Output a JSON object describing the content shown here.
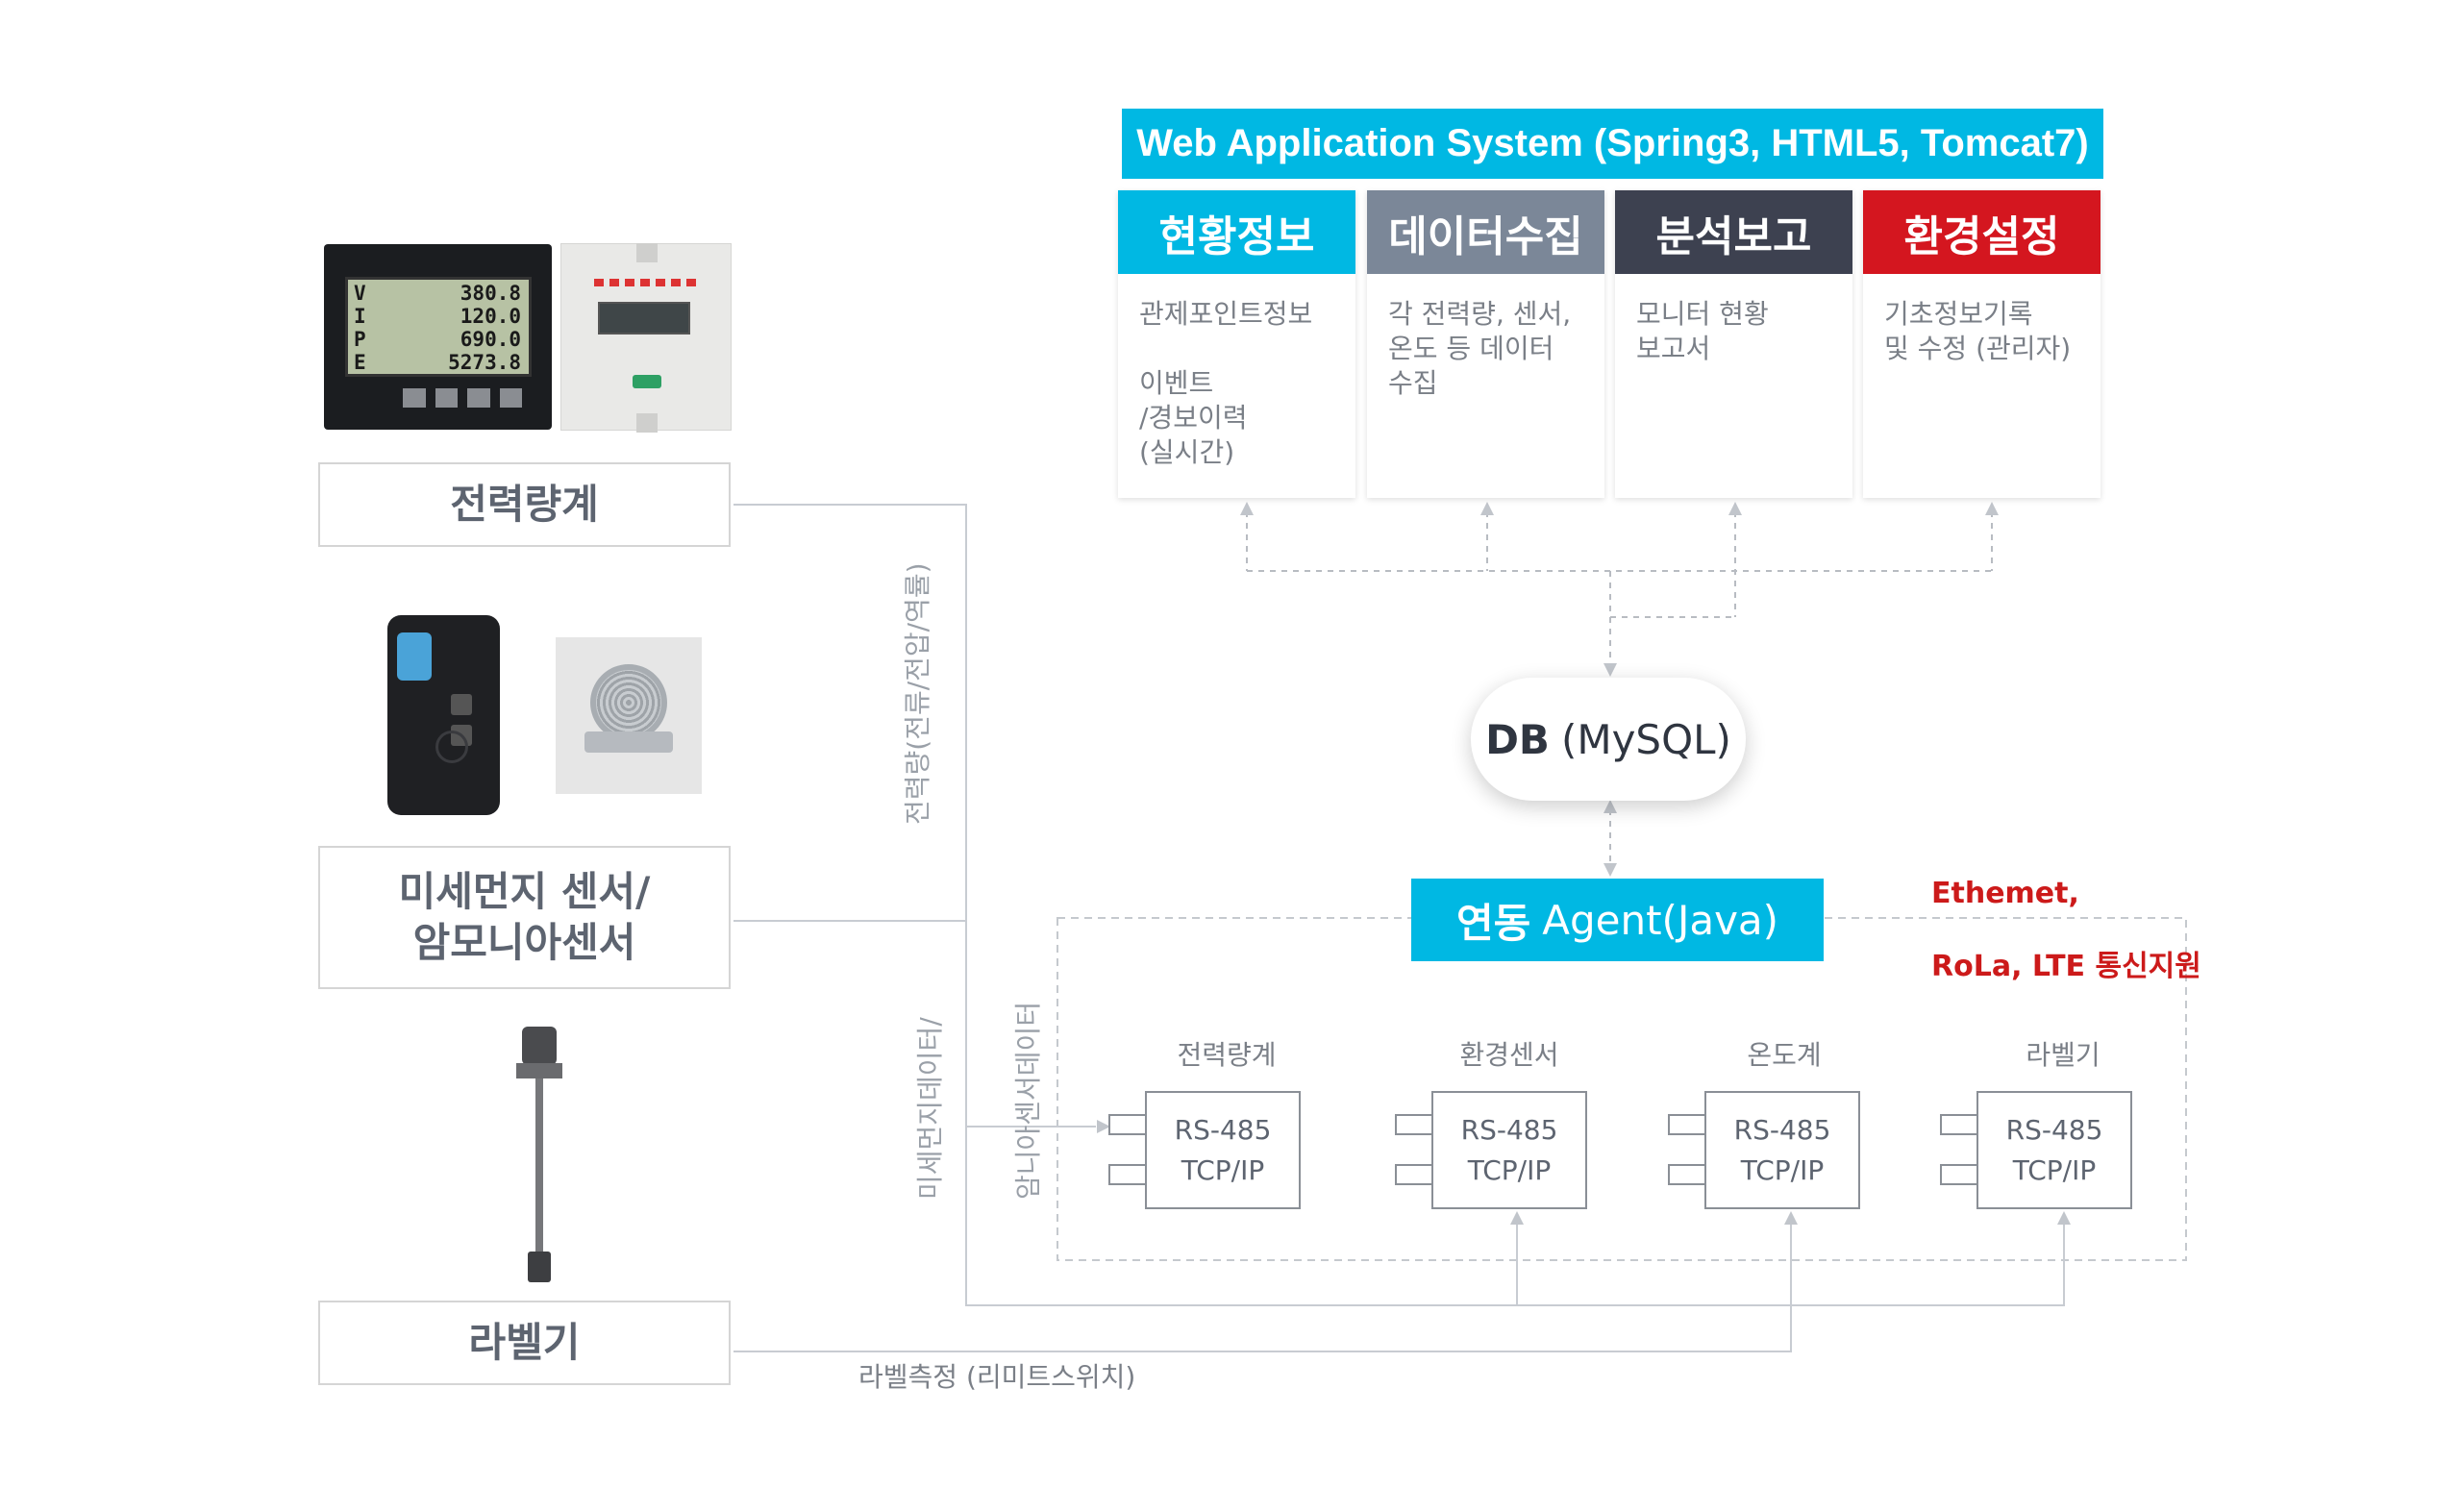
{
  "web_system": {
    "title": "Web Application System (Spring3, HTML5, Tomcat7)",
    "modules": [
      {
        "name": "현황정보",
        "color": "#00b8e3",
        "desc": "관제포인트정보\n\n이벤트\n/경보이력\n(실시간)"
      },
      {
        "name": "데이터수집",
        "color": "#7b8798",
        "desc": "각 전력량, 센서,\n온도 등 데이터\n수집"
      },
      {
        "name": "분석보고",
        "color": "#3d4150",
        "desc": "모니터 현황\n보고서"
      },
      {
        "name": "환경설정",
        "color": "#d4161f",
        "desc": "기초정보기록\n및 수정 (관리자)"
      }
    ]
  },
  "db": {
    "bold": "DB",
    "label": "(MySQL)"
  },
  "agent": {
    "bold": "연동",
    "label": "Agent(Java)"
  },
  "protocols": {
    "line1": "Ethemet,",
    "line2": "RoLa, LTE 통신지원"
  },
  "ports": [
    {
      "label": "전력량계",
      "line1": "RS-485",
      "line2": "TCP/IP"
    },
    {
      "label": "환경센서",
      "line1": "RS-485",
      "line2": "TCP/IP"
    },
    {
      "label": "온도계",
      "line1": "RS-485",
      "line2": "TCP/IP"
    },
    {
      "label": "라벨기",
      "line1": "RS-485",
      "line2": "TCP/IP"
    }
  ],
  "devices": {
    "power_meter": {
      "label": "전력량계",
      "display_values": [
        "380.8",
        "120.0",
        "690.0",
        "5273.8"
      ],
      "display_letters": [
        "V",
        "I",
        "P",
        "E"
      ]
    },
    "dust_sensor": {
      "label_line1": "미세먼지 센서/",
      "label_line2": "암모니아센서"
    },
    "level_sensor": {
      "label": "라벨기"
    }
  },
  "connection_labels": {
    "power": "전력량(전류/전압/역률)",
    "sensor_line1": "미세먼지데이터/",
    "sensor_line2": "암니아센서데이터",
    "level": "라벨측정 (리미트스위치)"
  },
  "colors": {
    "cyan": "#00b8e3",
    "red": "#d4161f",
    "line": "#c8ccd2",
    "dash": "#b8bcc2"
  }
}
